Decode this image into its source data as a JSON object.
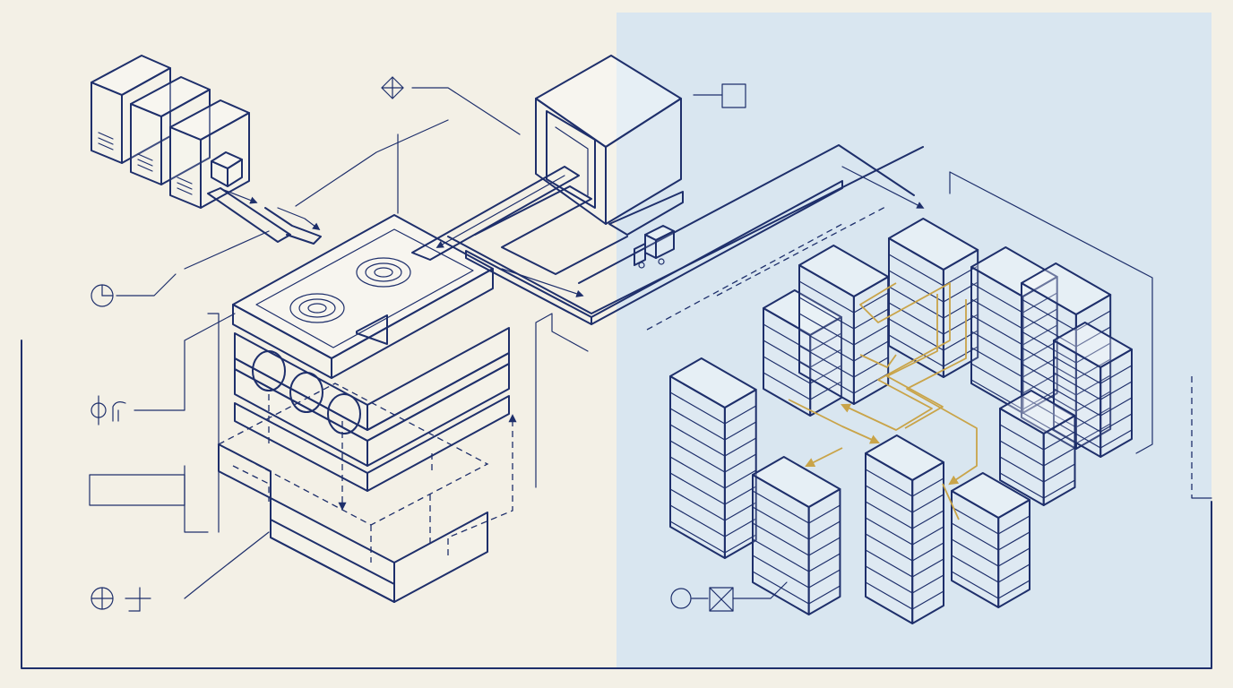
{
  "colors": {
    "paper": "#f3f0e6",
    "panel": "#d9e6f0",
    "ink": "#1e2f6b",
    "accent_path": "#c9a449"
  },
  "left_scene": {
    "servers": [
      "server-1",
      "server-2",
      "server-3"
    ],
    "components": [
      "conveyor-belt",
      "processing-machine",
      "base-block",
      "incoming-package"
    ]
  },
  "center_scene": {
    "components": [
      "gateway-box",
      "delivery-truck",
      "routing-conveyor"
    ]
  },
  "right_scene": {
    "components": [
      "block-stack-cluster",
      "route-path"
    ]
  },
  "legend_icons": [
    "pie-clock-icon",
    "circle-bar-icon",
    "crosshair-icon",
    "hatch-block-icon",
    "diamond-icon",
    "hatched-square-icon",
    "circle-icon",
    "crossed-square-icon"
  ]
}
